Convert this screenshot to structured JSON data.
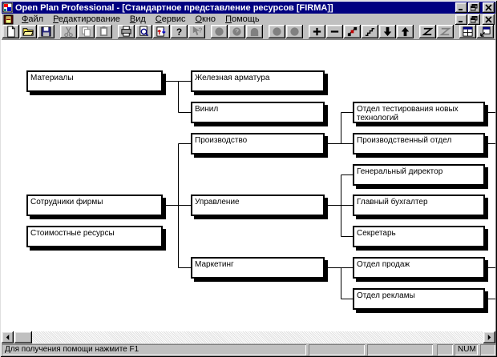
{
  "window": {
    "title": "Open Plan Professional - [Стандартное представление ресурсов [FIRMA]]"
  },
  "menu": {
    "items": [
      {
        "label": "Файл"
      },
      {
        "label": "Редактирование"
      },
      {
        "label": "Вид"
      },
      {
        "label": "Сервис"
      },
      {
        "label": "Окно"
      },
      {
        "label": "Помощь"
      }
    ]
  },
  "toolbar": {
    "icons": [
      "new-document",
      "open-folder",
      "save",
      "cut (disabled)",
      "copy (disabled)",
      "paste (disabled)",
      "print",
      "print-preview",
      "red-blue-arrows",
      "help",
      "context-help (disabled)",
      "circle-view-1 (disabled)",
      "circle-view-2 (disabled)",
      "arch-view (disabled)",
      "circle-view-3 (disabled)",
      "circle-view-4 (disabled)",
      "expand-plus",
      "collapse-minus",
      "link-nodes",
      "steps",
      "move-down",
      "move-up",
      "zigzag",
      "zigzag-alt (disabled)",
      "window-split",
      "window-new"
    ]
  },
  "tree": {
    "nodes": [
      {
        "label": "Материалы"
      },
      {
        "label": "Сотрудники фирмы"
      },
      {
        "label": "Стоимостные ресурсы"
      },
      {
        "label": "Железная арматура"
      },
      {
        "label": "Винил"
      },
      {
        "label": "Производство"
      },
      {
        "label": "Управление"
      },
      {
        "label": "Маркетинг"
      },
      {
        "label": "Отдел тестирования новых технологий"
      },
      {
        "label": "Производственный отдел"
      },
      {
        "label": "Генеральный директор"
      },
      {
        "label": "Главный бухгалтер"
      },
      {
        "label": "Секретарь"
      },
      {
        "label": "Отдел продаж"
      },
      {
        "label": "Отдел рекламы"
      }
    ],
    "hierarchy": [
      {
        "parent": "Материалы",
        "children": [
          "Железная арматура",
          "Винил"
        ]
      },
      {
        "parent": "Сотрудники фирмы",
        "children": [
          "Производство",
          "Управление",
          "Маркетинг"
        ]
      },
      {
        "parent": "Производство",
        "children": [
          "Отдел тестирования новых технологий",
          "Производственный отдел"
        ]
      },
      {
        "parent": "Управление",
        "children": [
          "Генеральный директор",
          "Главный бухгалтер",
          "Секретарь"
        ]
      },
      {
        "parent": "Маркетинг",
        "children": [
          "Отдел продаж",
          "Отдел рекламы"
        ]
      }
    ]
  },
  "statusbar": {
    "message": "Для получения помощи нажмите F1",
    "num_indicator": "NUM"
  }
}
